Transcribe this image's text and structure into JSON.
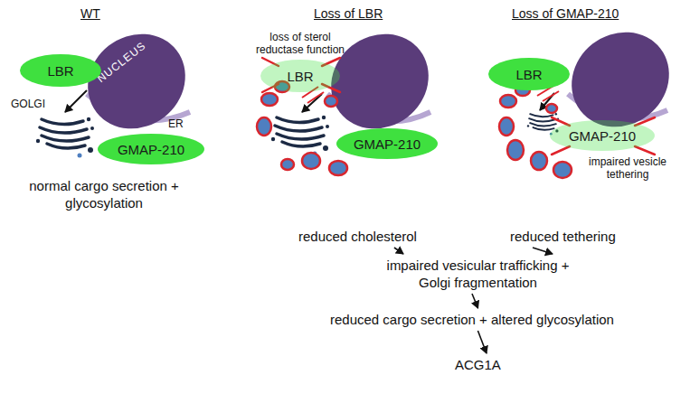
{
  "diagram": {
    "nodes": [
      {
        "text": [
          "NUCLEUS"
        ]
      },
      {
        "text": [
          "LBR"
        ]
      },
      {
        "text": [
          "GMAP-210"
        ]
      },
      {
        "text": [
          "LBR"
        ]
      },
      {
        "text": [
          "GMAP-210"
        ]
      },
      {
        "text": [
          "LBR"
        ]
      },
      {
        "text": [
          "GMAP-210"
        ]
      },
      {
        "text": [
          "normal cargo secretion + glycosylation"
        ]
      },
      {
        "text": [
          "reduced cholesterol"
        ]
      },
      {
        "text": [
          "reduced tethering"
        ]
      },
      {
        "text": [
          "impaired vesicular trafficking + Golgi fragmentation"
        ]
      },
      {
        "text": [
          "reduced cargo secretion + altered glycosylation"
        ]
      },
      {
        "text": [
          "ACG1A"
        ]
      }
    ],
    "edges": [
      {
        "from": 8,
        "to": 10,
        "arrow": "to"
      },
      {
        "from": 9,
        "to": 10,
        "arrow": "to"
      },
      {
        "from": 10,
        "to": 11,
        "arrow": "to"
      },
      {
        "from": 11,
        "to": 12,
        "arrow": "to"
      }
    ],
    "labels": [
      "WT",
      "Loss of LBR",
      "Loss of GMAP-210",
      "GOLGI",
      "ER",
      "loss of sterol reductase function",
      "impaired vesicle tethering"
    ]
  }
}
